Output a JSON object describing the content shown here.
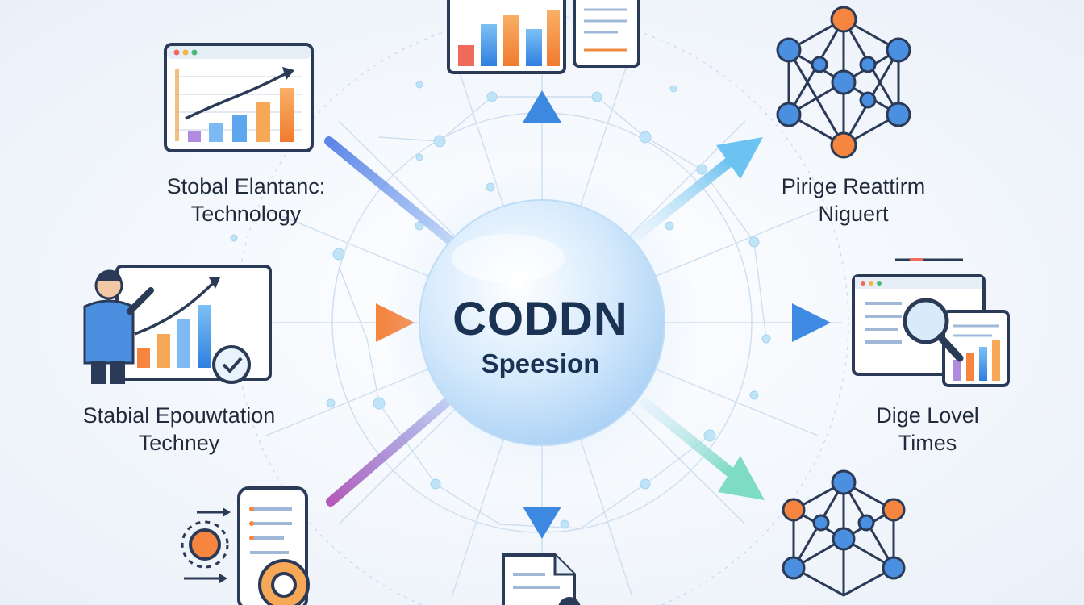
{
  "hub": {
    "title": "CODDN",
    "subtitle": "Speesion"
  },
  "nodes": {
    "top_left": {
      "line1": "Stobal Elantanc:",
      "line2": "Technology"
    },
    "top_right": {
      "line1": "Pirige Reattirm",
      "line2": "Niguert"
    },
    "mid_left": {
      "line1": "Stabial Epouwtation",
      "line2": "Techney"
    },
    "mid_right": {
      "line1": "Dige Lovel",
      "line2": "Times"
    }
  },
  "colors": {
    "hub": "#cfe6fb",
    "hub_text": "#1a3354",
    "blue": "#4a8fe0",
    "orange": "#f59a4a",
    "purple": "#9a62c8",
    "teal": "#5fd0c4",
    "navy": "#2b3a57"
  },
  "icons": [
    "analytics-dashboard-icon",
    "bar-chart-document-icon",
    "network-graph-icon",
    "presenter-chart-icon",
    "search-report-icon",
    "mobile-settings-icon",
    "document-icon",
    "network-graph-icon"
  ]
}
